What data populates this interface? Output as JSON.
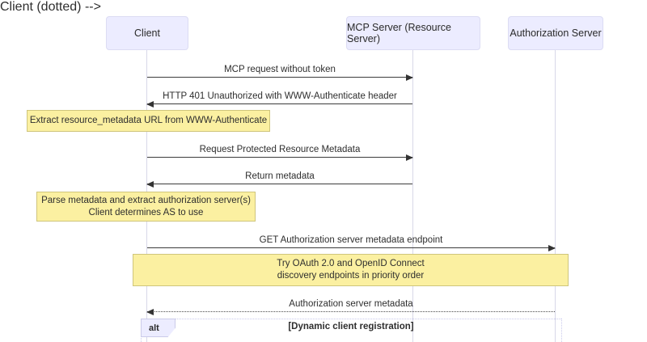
{
  "diagram": {
    "type": "sequence-diagram",
    "actors": [
      {
        "label": "Client"
      },
      {
        "label": "MCP Server (Resource Server)"
      },
      {
        "label": "Authorization Server"
      }
    ],
    "messages": [
      {
        "label": "MCP request without token",
        "from": "Client",
        "to": "MCP Server (Resource Server)",
        "line": "solid",
        "direction": "right"
      },
      {
        "label": "HTTP 401 Unauthorized with WWW-Authenticate header",
        "from": "MCP Server (Resource Server)",
        "to": "Client",
        "line": "solid",
        "direction": "left"
      },
      {
        "label": "Request Protected Resource Metadata",
        "from": "Client",
        "to": "MCP Server (Resource Server)",
        "line": "solid",
        "direction": "right"
      },
      {
        "label": "Return metadata",
        "from": "MCP Server (Resource Server)",
        "to": "Client",
        "line": "solid",
        "direction": "left"
      },
      {
        "label": "GET Authorization server metadata endpoint",
        "from": "Client",
        "to": "Authorization Server",
        "line": "solid",
        "direction": "right"
      },
      {
        "label": "Authorization server metadata",
        "from": "Authorization Server",
        "to": "Client",
        "line": "dotted",
        "direction": "left"
      }
    ],
    "notes": [
      {
        "lines": [
          "Extract resource_metadata URL from WWW-Authenticate"
        ]
      },
      {
        "lines": [
          "Parse metadata and extract authorization server(s)",
          "Client determines AS to use"
        ]
      },
      {
        "lines": [
          "Try OAuth 2.0 and OpenID Connect",
          "discovery endpoints in priority order"
        ]
      }
    ],
    "fragment": {
      "label": "alt",
      "condition": "[Dynamic client registration]"
    },
    "colors": {
      "actor_fill": "#ECECFF",
      "actor_border": "#DCDCF3",
      "note_fill": "#FBF0A1",
      "note_border": "#CFC57C",
      "message_line": "#3C3C3C",
      "lifeline": "#D8D8E8",
      "fragment_border": "#C9C9EC"
    }
  }
}
